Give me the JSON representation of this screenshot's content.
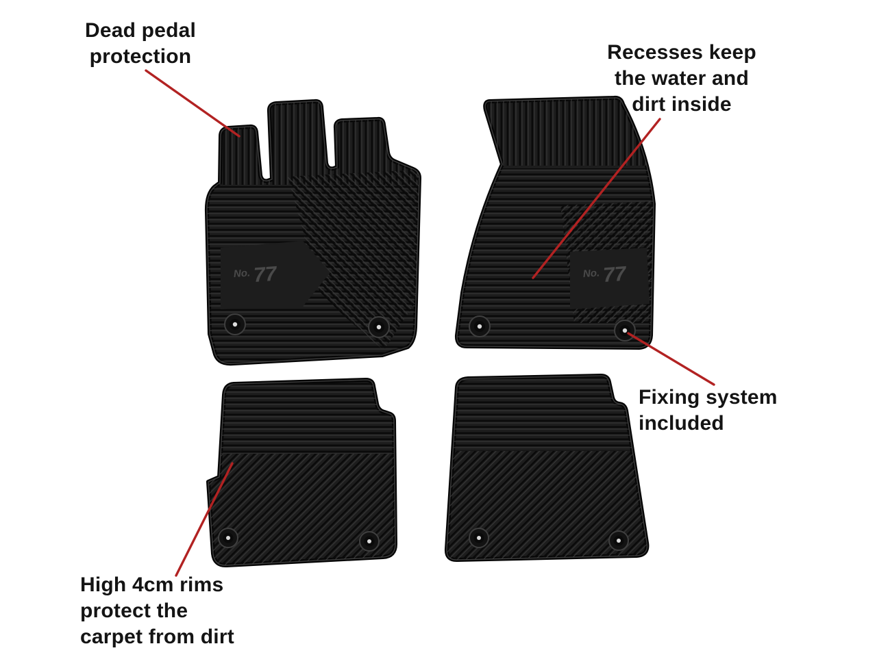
{
  "colors": {
    "background": "#ffffff",
    "mat_base": "#1d1d1d",
    "mat_edge": "#060606",
    "mat_highlight": "#404040",
    "leader": "#b22222",
    "text": "#141414",
    "logo": "#4a4a4a",
    "fixing_dot": "#dcdcdc"
  },
  "mats": {
    "logo_prefix": "No.",
    "logo_number": "77"
  },
  "annotations": {
    "dead_pedal": {
      "lines": [
        "Dead pedal",
        "protection"
      ]
    },
    "recesses": {
      "lines": [
        "Recesses keep",
        "the water and",
        "dirt inside"
      ]
    },
    "fixing": {
      "lines": [
        "Fixing system",
        "included"
      ]
    },
    "rims": {
      "lines": [
        "High 4cm rims",
        "protect the",
        "carpet  from dirt"
      ]
    }
  }
}
